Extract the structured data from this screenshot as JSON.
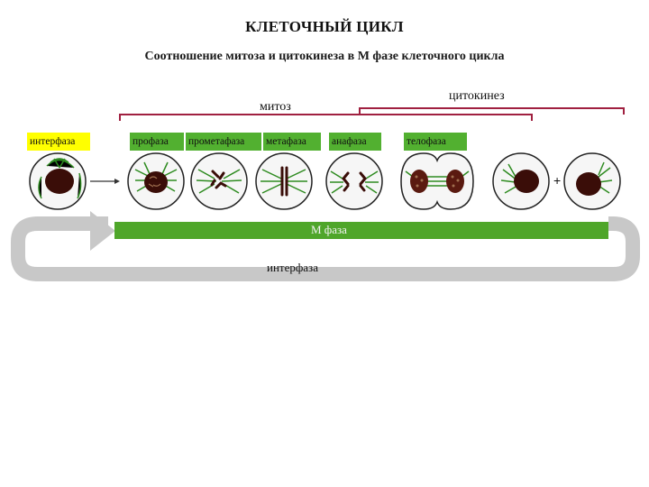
{
  "title": "КЛЕТОЧНЫЙ ЦИКЛ",
  "subtitle": "Соотношение митоза и цитокинеза в М фазе клеточного цикла",
  "brackets": {
    "mitosis": "митоз",
    "cytokinesis": "цитокинез"
  },
  "phases": {
    "interphase": "интерфаза",
    "prophase": "профаза",
    "prometaphase": "прометафаза",
    "metaphase": "метафаза",
    "anaphase": "анафаза",
    "telophase": "телофаза"
  },
  "cycle": {
    "m_phase": "М фаза",
    "interphase": "интерфаза"
  },
  "plus_sign": "+",
  "colors": {
    "bracket": "#a02040",
    "phase_label_bg": "#52b030",
    "interphase_label_bg": "#ffff00",
    "m_phase_bar": "#4fa62a",
    "cycle_arrow": "#c8c8c8",
    "chromatin": "#3a0d08",
    "spindle": "#2e8b20"
  }
}
